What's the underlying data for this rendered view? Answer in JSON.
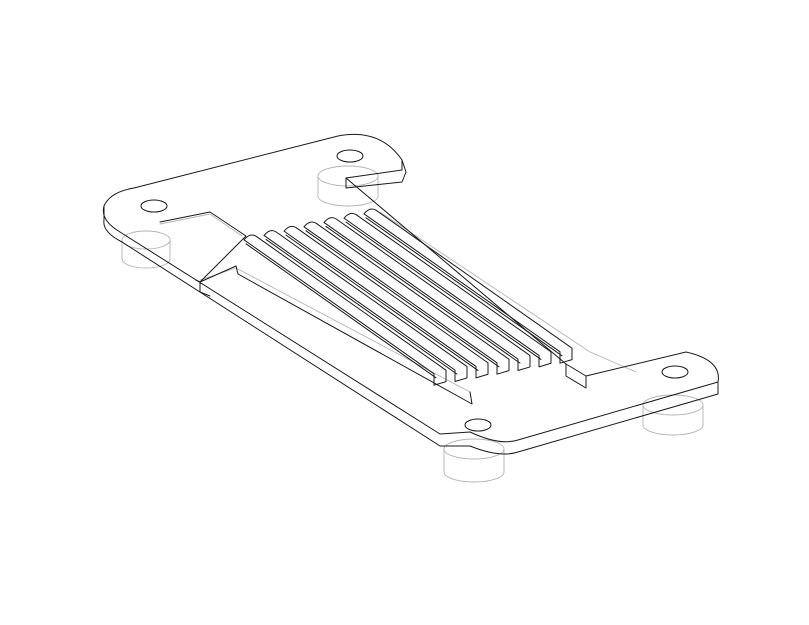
{
  "drawing": {
    "subject": "",
    "line_color": "#1a1a1a",
    "hidden_line_color": "#b4b4b4",
    "background": "#ffffff",
    "slot_count": 7,
    "mounting_hole_count": 4,
    "foot_count": 4
  }
}
